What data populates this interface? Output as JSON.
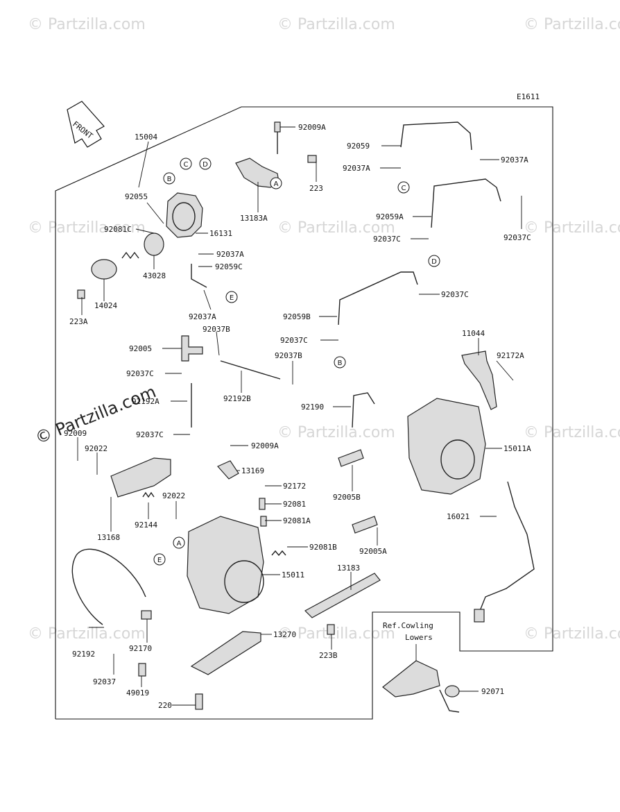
{
  "diagram_code": "E1611",
  "front_arrow_label": "FRONT",
  "watermark_main": "© Partzilla.com",
  "watermark_faint": "© Partzilla.com",
  "ref_box": {
    "line1": "Ref.Cowling",
    "line2": "Lowers"
  },
  "callout_letters": [
    "A",
    "B",
    "C",
    "D",
    "E"
  ],
  "parts": {
    "p15004": "15004",
    "p92009A_top": "92009A",
    "p223": "223",
    "p13183A": "13183A",
    "p92055": "92055",
    "p92081C": "92081C",
    "p16131": "16131",
    "p92037A_1": "92037A",
    "p92059C": "92059C",
    "p43028": "43028",
    "p14024": "14024",
    "p223A": "223A",
    "p92037A_2": "92037A",
    "p92059": "92059",
    "p92037A_3": "92037A",
    "p92037A_4": "92037A",
    "p92059A": "92059A",
    "p92037C_1": "92037C",
    "p92037C_2": "92037C",
    "p92037C_3": "92037C",
    "p92059B": "92059B",
    "p92037C_4": "92037C",
    "p92037B_1": "92037B",
    "p92005": "92005",
    "p92037B_2": "92037B",
    "p92037C_5": "92037C",
    "p92192A": "92192A",
    "p92192B": "92192B",
    "p11044": "11044",
    "p92172A": "92172A",
    "p92190": "92190",
    "p15011A": "15011A",
    "p92037C_6": "92037C",
    "p92009": "92009",
    "p92022_1": "92022",
    "p92009A_mid": "92009A",
    "p13169": "13169",
    "p92172": "92172",
    "p92081": "92081",
    "p92081A": "92081A",
    "p92005B": "92005B",
    "p92022_2": "92022",
    "p92144": "92144",
    "p13168": "13168",
    "p92081B": "92081B",
    "p16021": "16021",
    "p92005A": "92005A",
    "p15011": "15011",
    "p13183": "13183",
    "p13270": "13270",
    "p223B": "223B",
    "p92192": "92192",
    "p92170": "92170",
    "p92037": "92037",
    "p49019": "49019",
    "p220": "220",
    "p92071": "92071"
  }
}
